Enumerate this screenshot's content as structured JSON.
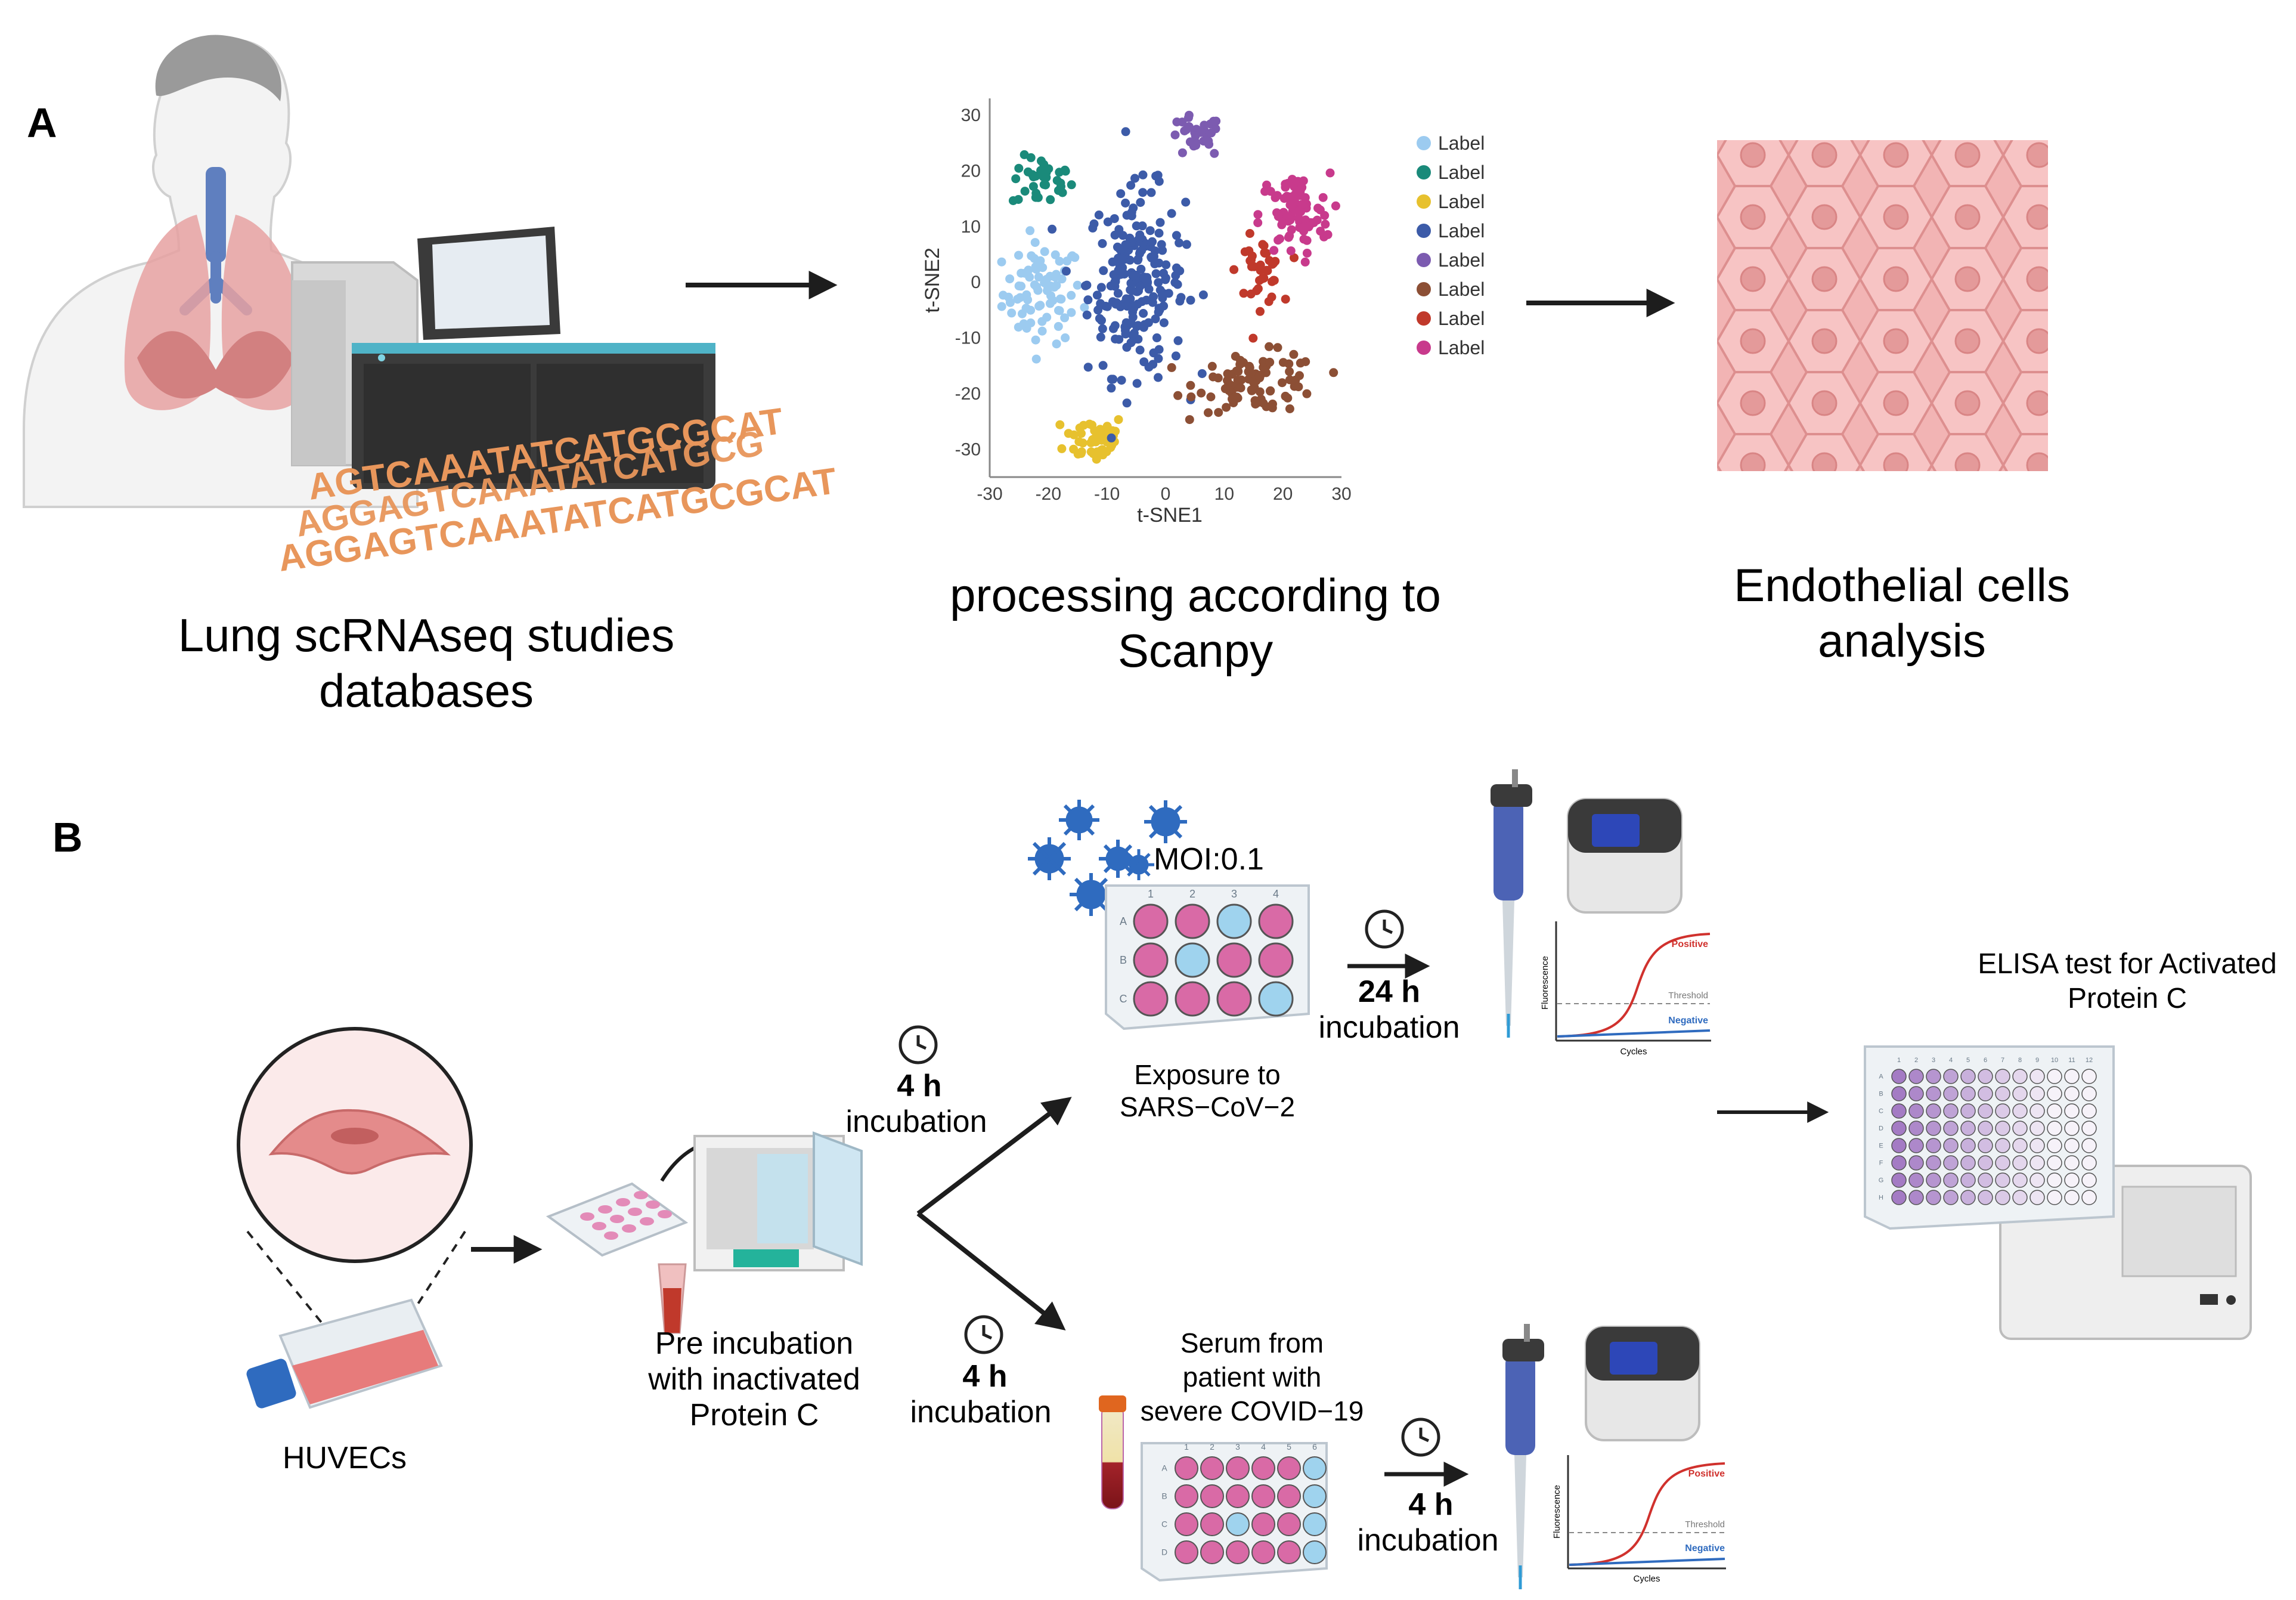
{
  "panels": {
    "a": {
      "letter": "A",
      "lung_caption_line1": "Lung scRNAseq studies",
      "lung_caption_line2": "databases",
      "dna_line1": "AGTCAAATATCATGCGCAT",
      "dna_line2": "AGGAGTCAAATATCATGCG",
      "dna_line3": "AGGAGTCAAATATCATGCGCAT",
      "scanpy_caption_line1": "processing according to",
      "scanpy_caption_line2": "Scanpy",
      "endo_caption_line1": "Endothelial cells",
      "endo_caption_line2": "analysis"
    },
    "b": {
      "letter": "B",
      "huvec_label": "HUVECs",
      "pre_line1": "Pre incubation",
      "pre_line2": "with inactivated",
      "pre_line3": "Protein C",
      "up_time": "4 h",
      "up_word": "incubation",
      "down_time": "4 h",
      "down_word": "incubation",
      "moi_label": "MOI:0.1",
      "exposure_line1": "Exposure to",
      "exposure_line2": "SARS−CoV−2",
      "top_time": "24 h",
      "top_word": "incubation",
      "serum_line1": "Serum from",
      "serum_line2": "patient with",
      "serum_line3": "severe COVID−19",
      "bottom_time": "4 h",
      "bottom_word": "incubation",
      "elisa_line1": "ELISA test for Activated",
      "elisa_line2": "Protein C",
      "pcr": {
        "positive": "Positive",
        "threshold": "Threshold",
        "negative": "Negative",
        "ylabel": "Fluorescence",
        "xlabel": "Cycles"
      },
      "plate12": {
        "cols": [
          "1",
          "2",
          "3",
          "4"
        ],
        "rows": [
          "A",
          "B",
          "C"
        ],
        "wells": [
          [
            "pink",
            "pink",
            "blue",
            "pink"
          ],
          [
            "pink",
            "blue",
            "pink",
            "pink"
          ],
          [
            "pink",
            "pink",
            "pink",
            "blue"
          ]
        ]
      },
      "plate24": {
        "cols": [
          "1",
          "2",
          "3",
          "4",
          "5",
          "6"
        ],
        "rows": [
          "A",
          "B",
          "C",
          "D"
        ],
        "wells": [
          [
            "pink",
            "pink",
            "pink",
            "pink",
            "pink",
            "blue"
          ],
          [
            "pink",
            "pink",
            "pink",
            "pink",
            "pink",
            "blue"
          ],
          [
            "pink",
            "pink",
            "blue",
            "pink",
            "pink",
            "blue"
          ],
          [
            "pink",
            "pink",
            "pink",
            "pink",
            "pink",
            "blue"
          ]
        ]
      },
      "plate96": {
        "cols": [
          "1",
          "2",
          "3",
          "4",
          "5",
          "6",
          "7",
          "8",
          "9",
          "10",
          "11",
          "12"
        ],
        "rows": [
          "A",
          "B",
          "C",
          "D",
          "E",
          "F",
          "G",
          "H"
        ]
      }
    }
  },
  "chart_data": {
    "type": "scatter",
    "xlabel": "t-SNE1",
    "ylabel": "t-SNE2",
    "xlim": [
      -30,
      30
    ],
    "ylim": [
      -35,
      33
    ],
    "xticks": [
      "-30",
      "-20",
      "-10",
      "0",
      "10",
      "20",
      "30"
    ],
    "yticks": [
      "30",
      "20",
      "10",
      "0",
      "-10",
      "-20",
      "-30"
    ],
    "legend_position": "right",
    "series": [
      {
        "name": "Label",
        "color": "#9ccbf0",
        "cx": -21,
        "cy": -2,
        "sx": 4.5,
        "sy": 6.0,
        "n": 80
      },
      {
        "name": "Label",
        "color": "#1a8a7a",
        "cx": -21,
        "cy": 18,
        "sx": 3.5,
        "sy": 3.0,
        "n": 36
      },
      {
        "name": "Label",
        "color": "#e7c12e",
        "cx": -12,
        "cy": -28,
        "sx": 3.5,
        "sy": 3.0,
        "n": 48
      },
      {
        "name": "Label",
        "color": "#3c5ba8",
        "cx": -5,
        "cy": 0,
        "sx": 5.5,
        "sy": 11.0,
        "n": 220
      },
      {
        "name": "Label",
        "color": "#7c5bb0",
        "cx": 5,
        "cy": 26,
        "sx": 3.0,
        "sy": 2.5,
        "n": 32
      },
      {
        "name": "Label",
        "color": "#8c4f35",
        "cx": 16,
        "cy": -18,
        "sx": 7.0,
        "sy": 3.5,
        "n": 90
      },
      {
        "name": "Label",
        "color": "#c0392b",
        "cx": 16,
        "cy": 2,
        "sx": 2.5,
        "sy": 4.0,
        "n": 40
      },
      {
        "name": "Label",
        "color": "#c83a8c",
        "cx": 22,
        "cy": 12,
        "sx": 4.0,
        "sy": 5.0,
        "n": 82
      }
    ]
  },
  "colors": {
    "text": "#1d1d1d",
    "dna": "#e8965b",
    "well_pink": "#d96aa6",
    "well_blue": "#9fd3ee",
    "cell_bg": "#f2b2b2",
    "cell_nucleus": "#e59999",
    "plate96_purple": "#a47bc4",
    "pcr_positive": "#d0312d",
    "pcr_negative": "#2f6bbf"
  }
}
